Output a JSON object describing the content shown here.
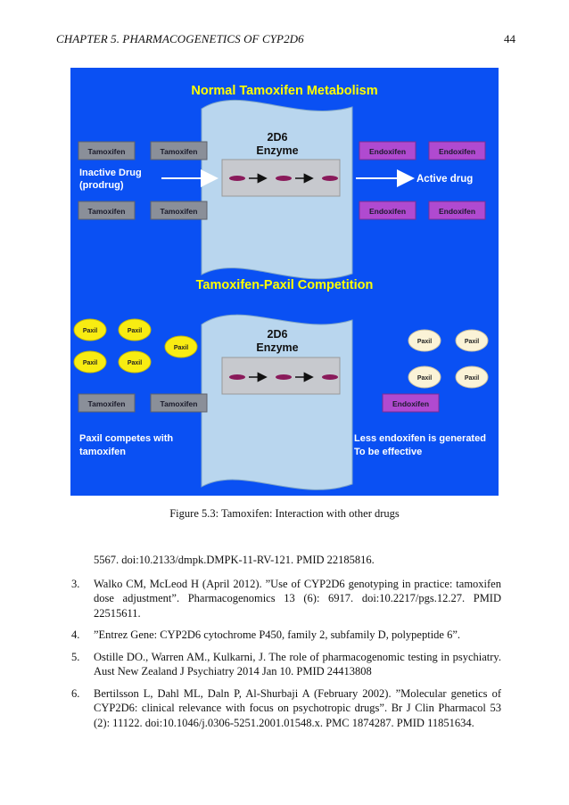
{
  "header": {
    "chapter": "CHAPTER 5.   PHARMACOGENETICS OF CYP2D6",
    "page_number": "44"
  },
  "figure": {
    "top_title": "Normal Tamoxifen Metabolism",
    "bottom_title": "Tamoxifen-Paxil Competition",
    "enzyme_line1": "2D6",
    "enzyme_line2": "Enzyme",
    "tamoxifen": "Tamoxifen",
    "endoxifen": "Endoxifen",
    "paxil": "Paxil",
    "inactive_line1": "Inactive Drug",
    "inactive_line2": "(prodrug)",
    "active_drug": "Active drug",
    "paxil_competes_line1": "Paxil competes with",
    "paxil_competes_line2": "tamoxifen",
    "less_endoxifen_line1": "Less endoxifen is generated",
    "less_endoxifen_line2": "To be effective",
    "colors": {
      "background": "#0a50f3",
      "gray_box": "#8a8f99",
      "purple_box": "#b04ad0",
      "yellow_pill": "#f8ec12",
      "white_pill": "#fbf3d7",
      "title_text": "#ffff00",
      "label_text": "#ffffff"
    }
  },
  "caption": "Figure 5.3: Tamoxifen: Interaction with other drugs",
  "references": {
    "continuation": "5567. doi:10.2133/dmpk.DMPK-11-RV-121. PMID 22185816.",
    "items": [
      {
        "num": "3.",
        "text": "Walko CM, McLeod H (April 2012). ”Use of CYP2D6 genotyping in practice: tamoxifen dose adjustment”. Pharmacogenomics 13 (6): 6917. doi:10.2217/pgs.12.27. PMID 22515611."
      },
      {
        "num": "4.",
        "text": "”Entrez Gene: CYP2D6 cytochrome P450, family 2, subfamily D, polypeptide 6”."
      },
      {
        "num": "5.",
        "text": "Ostille DO., Warren AM., Kulkarni, J. The role of pharmacogenomic testing in psychiatry. Aust New Zealand J Psychiatry 2014 Jan 10. PMID 24413808"
      },
      {
        "num": "6.",
        "text": "Bertilsson L, Dahl ML, Daln P, Al-Shurbaji A (February 2002). ”Molecular genetics of CYP2D6: clinical relevance with focus on psychotropic drugs”. Br J Clin Pharmacol 53 (2): 11122. doi:10.1046/j.0306-5251.2001.01548.x. PMC 1874287. PMID 11851634."
      }
    ]
  }
}
